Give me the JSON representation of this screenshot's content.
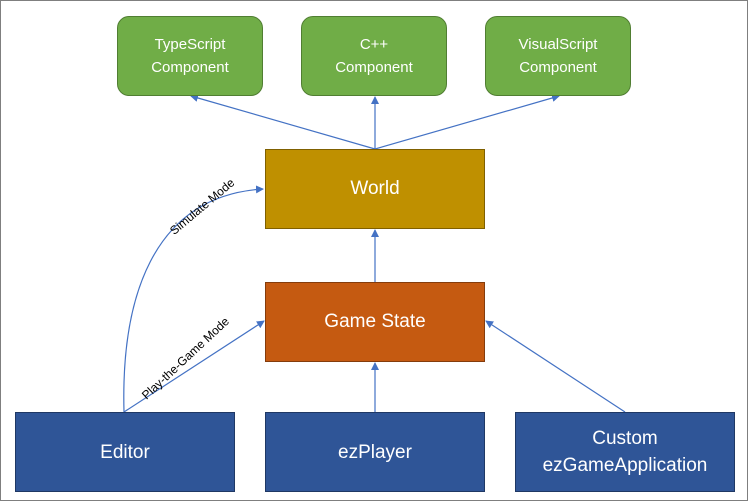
{
  "components": [
    {
      "label": "TypeScript\nComponent"
    },
    {
      "label": "C++\nComponent"
    },
    {
      "label": "VisualScript\nComponent"
    }
  ],
  "world": {
    "label": "World"
  },
  "game_state": {
    "label": "Game State"
  },
  "hosts": [
    {
      "label": "Editor"
    },
    {
      "label": "ezPlayer"
    },
    {
      "label": "Custom\nezGameApplication"
    }
  ],
  "edge_labels": {
    "simulate": "Simulate Mode",
    "play": "Play-the-Game Mode"
  },
  "colors": {
    "component": "#70ad47",
    "world": "#bf9000",
    "game_state": "#c55a11",
    "host": "#2f5597",
    "arrow": "#4472c4"
  }
}
